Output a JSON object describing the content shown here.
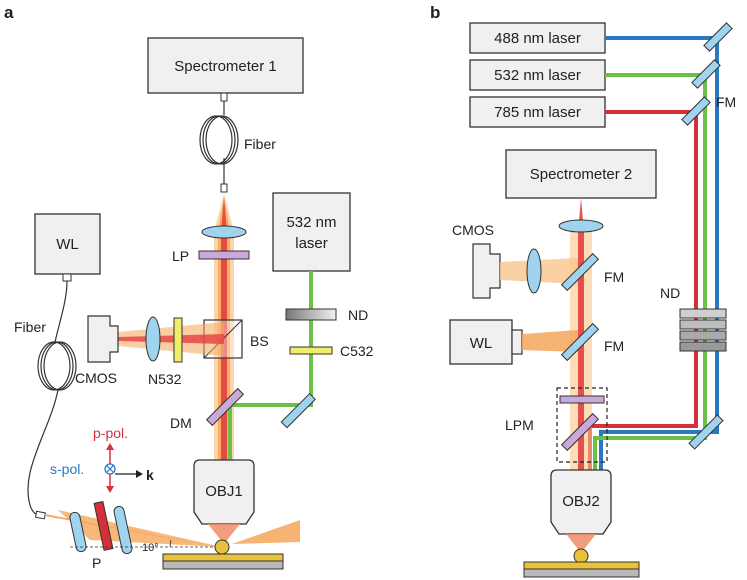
{
  "panel_a": {
    "letter": "a",
    "spectrometer": "Spectrometer 1",
    "fiber_top": "Fiber",
    "laser_line1": "532 nm",
    "laser_line2": "laser",
    "wl": "WL",
    "fiber_left": "Fiber",
    "lp": "LP",
    "bs": "BS",
    "nd": "ND",
    "c532": "C532",
    "cmos": "CMOS",
    "n532": "N532",
    "dm": "DM",
    "p_pol": "p-pol.",
    "s_pol": "s-pol.",
    "k": "k",
    "obj": "OBJ1",
    "polarizer": "P",
    "angle": "10°"
  },
  "panel_b": {
    "letter": "b",
    "laser_488": "488 nm laser",
    "laser_532": "532 nm laser",
    "laser_785": "785 nm laser",
    "fm_top": "FM",
    "spectrometer": "Spectrometer 2",
    "cmos": "CMOS",
    "fm_mid": "FM",
    "wl": "WL",
    "fm_low": "FM",
    "nd": "ND",
    "lpm": "LPM",
    "obj": "OBJ2"
  },
  "colors": {
    "blue_beam": "#2b78c2",
    "green_beam": "#6cc04a",
    "red_beam": "#d3303a",
    "orange_beam": "#f5a65b",
    "optic_blue": "#9fd3ee",
    "filter_purple": "#c9a9d8",
    "filter_yellow": "#f1ec6a",
    "sample_gold": "#e8c23a",
    "substrate_gray": "#b9b9b9"
  }
}
